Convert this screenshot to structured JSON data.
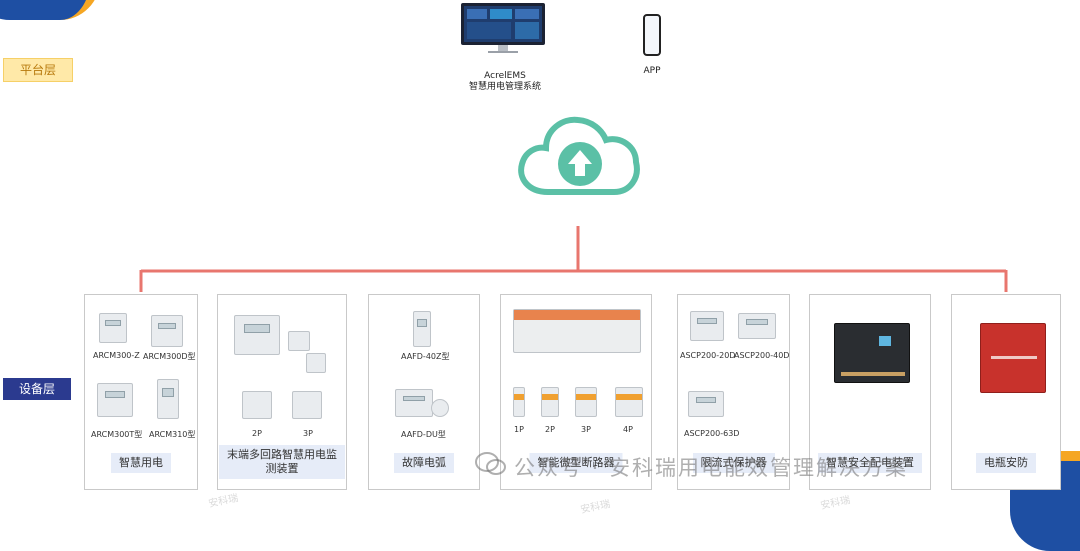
{
  "layers": {
    "platform": "平台层",
    "device": "设备层"
  },
  "platform": {
    "system_name_line1": "AcrelEMS",
    "system_name_line2": "智慧用电管理系统",
    "app_label": "APP"
  },
  "cards": [
    {
      "title": "智慧用电",
      "labels": [
        "ARCM300-Z",
        "ARCM300D型",
        "ARCM300T型",
        "ARCM310型"
      ]
    },
    {
      "title": "末端多回路智慧用电监测装置",
      "labels": [
        "2P",
        "3P"
      ]
    },
    {
      "title": "故障电弧",
      "labels": [
        "AAFD-40Z型",
        "AAFD-DU型"
      ]
    },
    {
      "title": "智能微型断路器",
      "labels": [
        "1P",
        "2P",
        "3P",
        "4P"
      ]
    },
    {
      "title": "限流式保护器",
      "labels": [
        "ASCP200-20D",
        "ASCP200-40D",
        "ASCP200-63D"
      ]
    },
    {
      "title": "智慧安全配电装置",
      "labels": []
    },
    {
      "title": "电瓶安防",
      "labels": []
    }
  ],
  "watermark": {
    "text": "公众号 · 安科瑞用电能效管理解决方案",
    "faint": "安科瑞"
  },
  "colors": {
    "connector": "#e8766e",
    "cloud": "#5bc0a6",
    "device_tag": "#2b3a8f",
    "platform_tag": "#ffe9a8"
  }
}
